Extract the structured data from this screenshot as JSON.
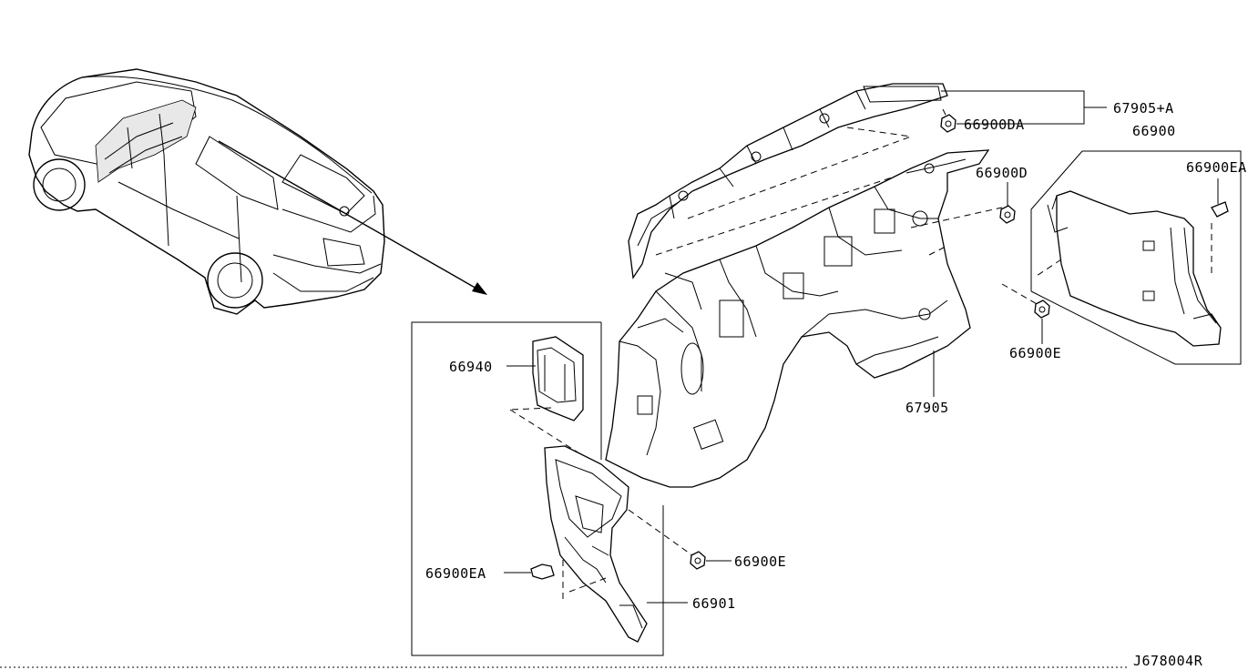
{
  "diagram": {
    "reference_code": "J678004R",
    "labels": {
      "p67905A": "67905+A",
      "p66900DA": "66900DA",
      "p66900": "66900",
      "p66900EA_top": "66900EA",
      "p66900D": "66900D",
      "p66900E_right": "66900E",
      "p67905": "67905",
      "p66940": "66940",
      "p66900E_bottom": "66900E",
      "p66900EA_bottom": "66900EA",
      "p66901": "66901"
    }
  }
}
